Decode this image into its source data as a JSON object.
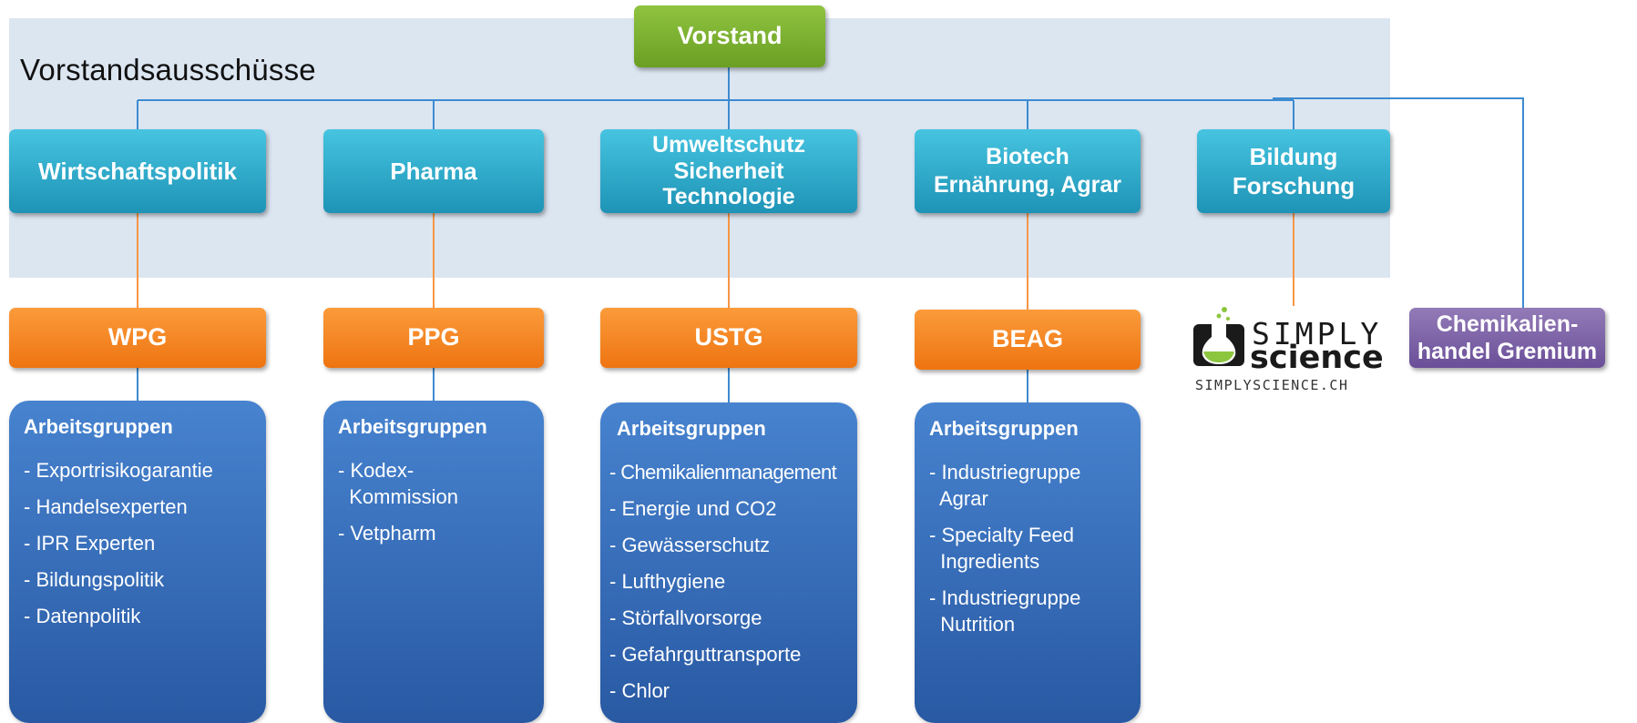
{
  "title": "Vorstandsausschüsse",
  "board": "Vorstand",
  "committees": [
    "Wirtschaftspolitik",
    "Pharma",
    "Umweltschutz\nSicherheit\nTechnologie",
    "Biotech\nErnährung, Agrar",
    "Bildung\nForschung"
  ],
  "groups": [
    "WPG",
    "PPG",
    "USTG",
    "BEAG"
  ],
  "extra_group": "Chemikalien-\nhandel Gremium",
  "panels": [
    {
      "heading": "Arbeitsgruppen",
      "items": [
        "- Exportrisikogarantie",
        "- Handelsexperten",
        "- IPR Experten",
        "- Bildungspolitik",
        "- Datenpolitik"
      ]
    },
    {
      "heading": "Arbeitsgruppen",
      "items": [
        "- Kodex-\n  Kommission",
        "- Vetpharm"
      ]
    },
    {
      "heading": "Arbeitsgruppen",
      "items": [
        "- Chemikalienmanagement",
        "- Energie und CO2",
        "- Gewässerschutz",
        "- Lufthygiene",
        "- Störfallvorsorge",
        "- Gefahrguttransporte",
        "- Chlor"
      ]
    },
    {
      "heading": "Arbeitsgruppen",
      "items": [
        "- Industriegruppe\n  Agrar",
        "- Specialty Feed\n  Ingredients",
        "- Industriegruppe\n  Nutrition"
      ]
    }
  ],
  "logo": {
    "name_top": "SIMPLY",
    "name_bottom": "science",
    "url": "SIMPLYSCIENCE.CH"
  },
  "colors": {
    "band": "#dce6f1",
    "board": "#7cb034",
    "committee": "#31acd0",
    "group": "#f58720",
    "extra": "#7a62a8",
    "panel": "#3a72c0",
    "line_blue": "#3d8bd0",
    "line_orange": "#f79646"
  }
}
